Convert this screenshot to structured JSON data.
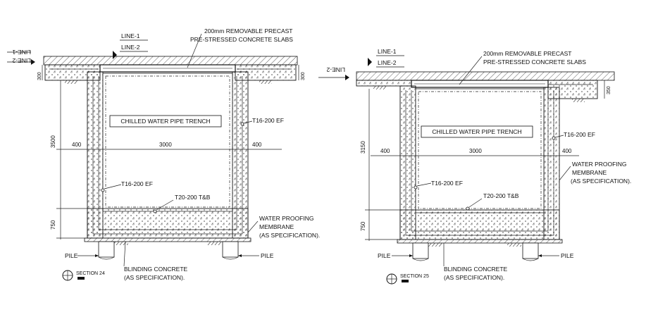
{
  "sections": [
    {
      "id": "left",
      "line1": "LINE-1",
      "line2": "LINE-2",
      "line1_mirrored": "LINE-1",
      "line2_mirrored": "LINE-2",
      "slab_note_1": "200mm REMOVABLE PRECAST",
      "slab_note_2": "PRE-STRESSED CONCRETE SLABS",
      "trench_label": "CHILLED WATER PIPE TRENCH",
      "rebar_wall_right": "T16-200 EF",
      "rebar_wall_left": "T16-200 EF",
      "rebar_base": "T20-200 T&B",
      "dim_wall_left": "400",
      "dim_width": "3000",
      "dim_wall_right": "400",
      "dim_height": "3500",
      "dim_base": "750",
      "dim_top_left": "300",
      "dim_top_right": "300",
      "wp_1": "WATER PROOFING",
      "wp_2": "MEMBRANE",
      "wp_3": "(AS SPECIFICATION).",
      "pile": "PILE",
      "blind_1": "BLINDING CONCRETE",
      "blind_2": "(AS SPECIFICATION).",
      "section_title": "SECTION 24"
    },
    {
      "id": "right",
      "line1": "LINE-1",
      "line2": "LINE-2",
      "line2_mirrored": "LINE-2",
      "slab_note_1": "200mm REMOVABLE PRECAST",
      "slab_note_2": "PRE-STRESSED CONCRETE SLABS",
      "trench_label": "CHILLED WATER PIPE TRENCH",
      "rebar_wall_right": "T16-200 EF",
      "rebar_wall_left": "T16-200 EF",
      "rebar_base": "T20-200 T&B",
      "dim_wall_left": "400",
      "dim_width": "3000",
      "dim_wall_right": "400",
      "dim_height": "3150",
      "dim_base": "750",
      "dim_top_right": "350",
      "wp_1": "WATER PROOFING",
      "wp_2": "MEMBRANE",
      "wp_3": "(AS SPECIFICATION).",
      "pile": "PILE",
      "blind_1": "BLINDING CONCRETE",
      "blind_2": "(AS SPECIFICATION).",
      "section_title": "SECTION 25"
    }
  ]
}
